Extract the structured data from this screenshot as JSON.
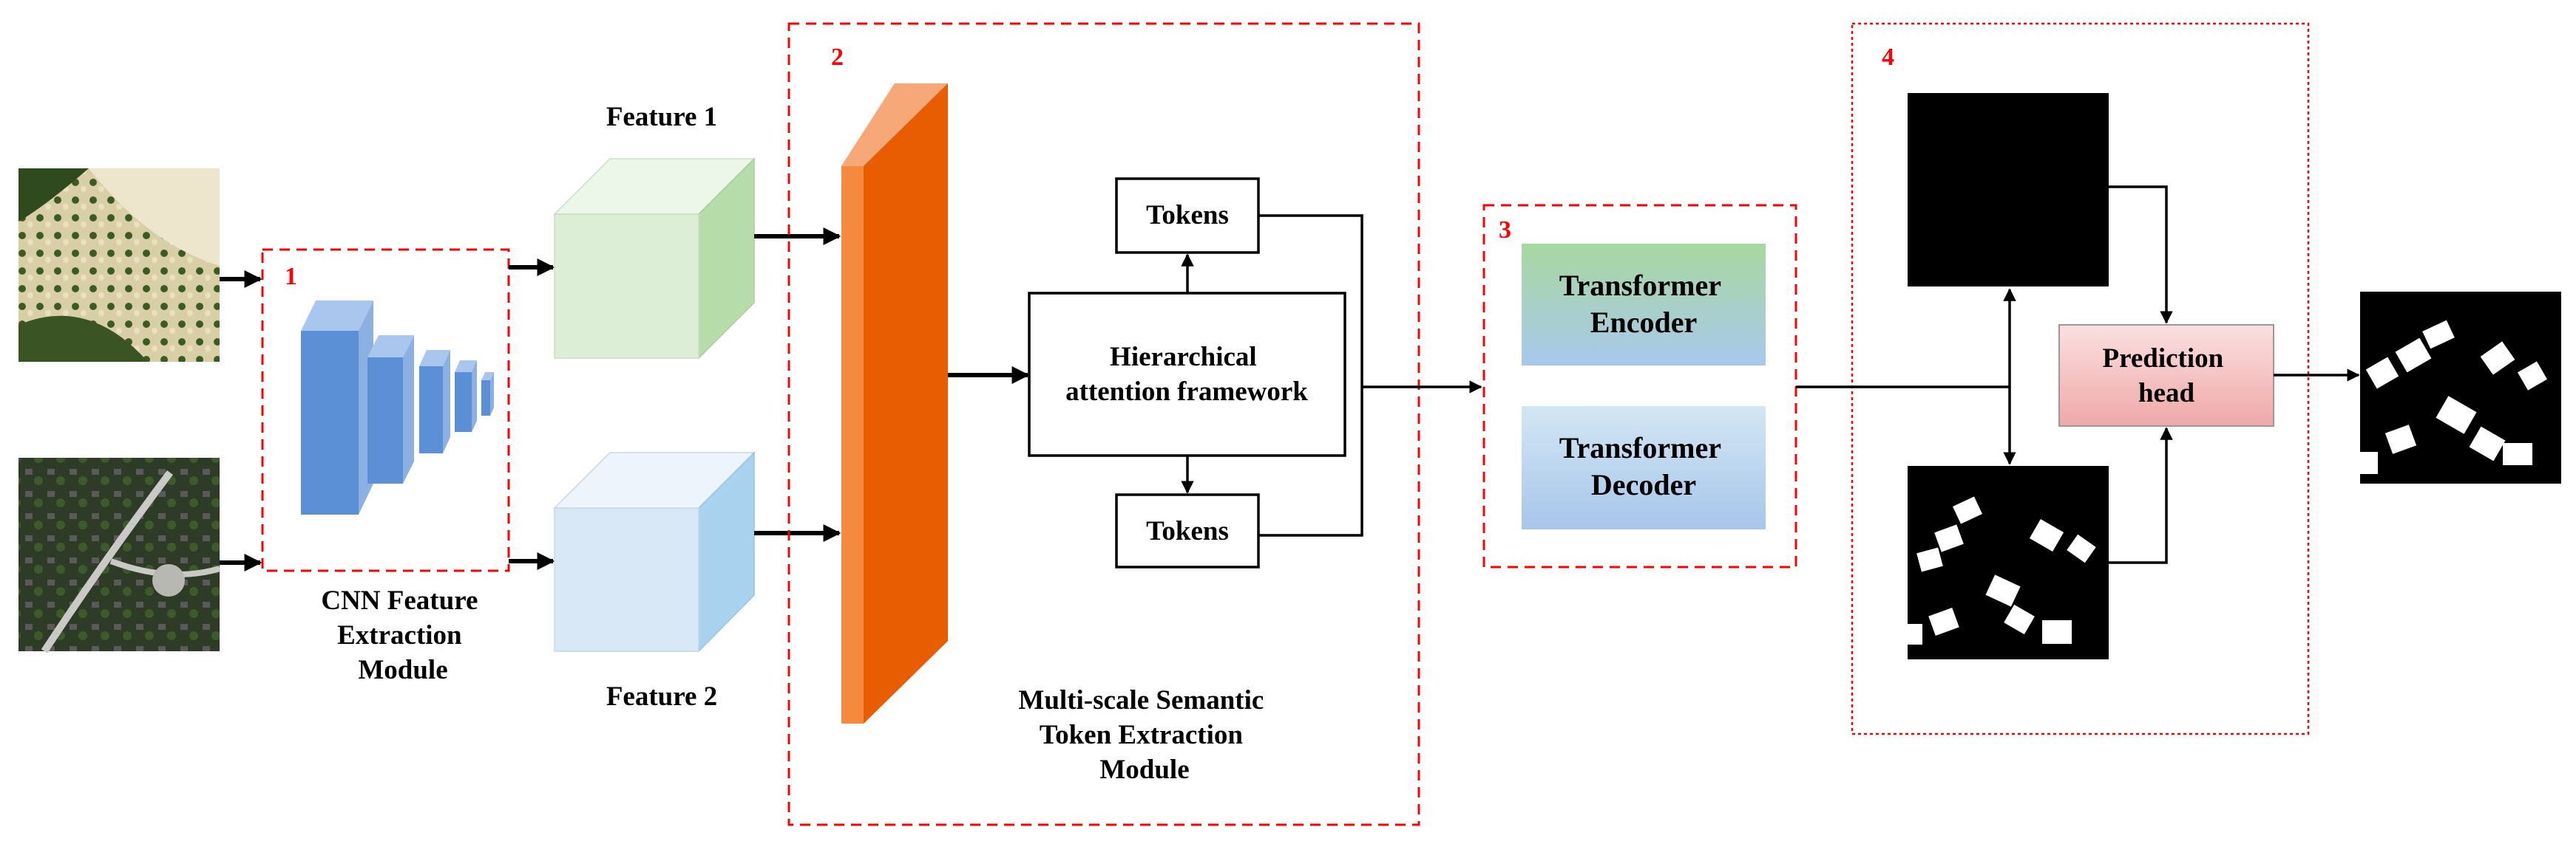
{
  "modules": {
    "m1_number": "1",
    "m2_number": "2",
    "m3_number": "3",
    "m4_number": "4",
    "cnn_label": [
      "CNN Feature",
      "Extraction",
      "Module"
    ],
    "mste_label": [
      "Multi-scale Semantic",
      "Token Extraction",
      "Module"
    ]
  },
  "features": {
    "feature1": "Feature 1",
    "feature2": "Feature 2"
  },
  "tokens": {
    "top": "Tokens",
    "bottom": "Tokens"
  },
  "haf": [
    "Hierarchical",
    "attention framework"
  ],
  "transformer": {
    "encoder": [
      "Transformer",
      "Encoder"
    ],
    "decoder": [
      "Transformer",
      "Decoder"
    ]
  },
  "prediction_head": [
    "Prediction",
    "head"
  ],
  "colors": {
    "module_border": "#ff0000",
    "cnn_layer": "#5b8fd6",
    "feature1_cube": "#dcefd6",
    "feature2_cube": "#d8e8f6",
    "token_plane": "#f26a0c",
    "prediction_head_fill": "#f5c4c4"
  }
}
